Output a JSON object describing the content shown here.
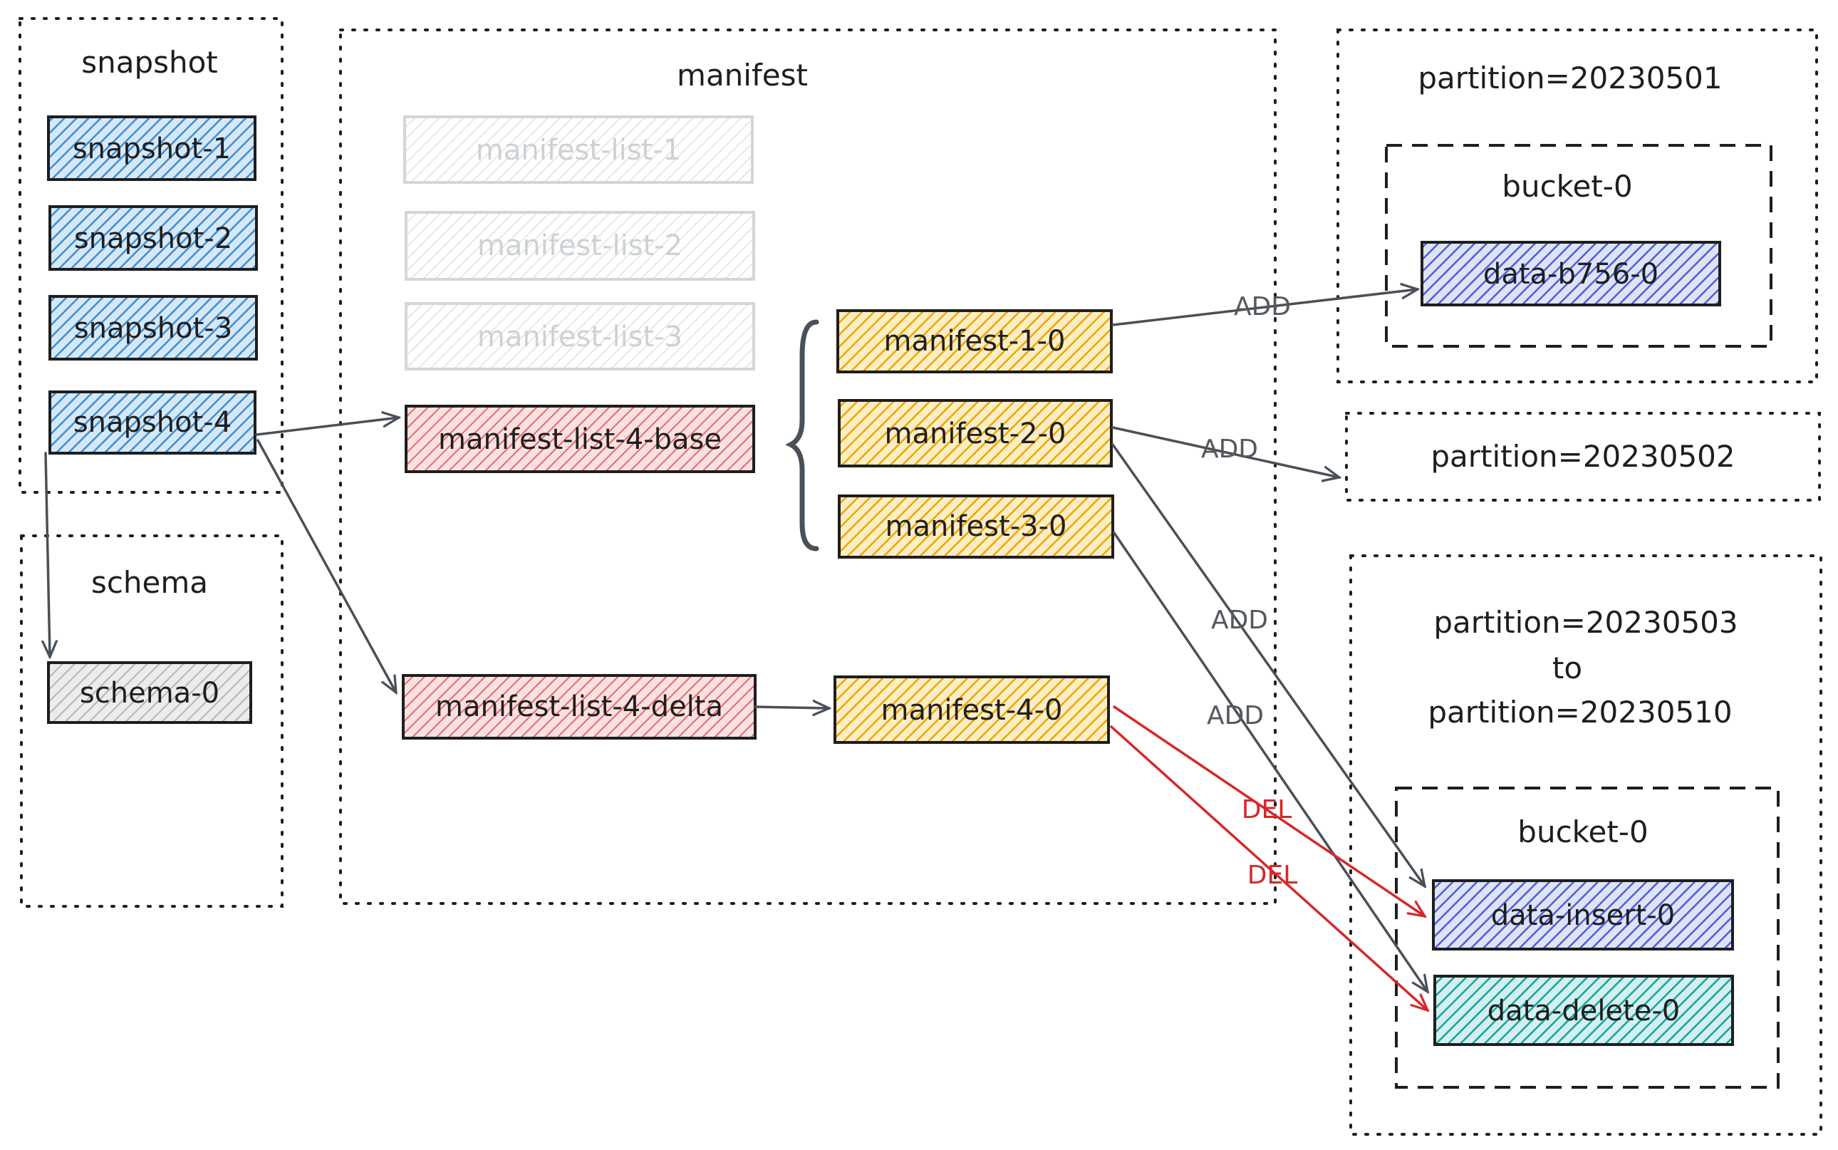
{
  "colors": {
    "blue": "#3b8fd6",
    "gray": "#bcbcbc",
    "faded": "#cfd3d6",
    "red": "#e03131",
    "orange": "#f0a500",
    "indigo": "#4c5fd5",
    "teal": "#16a2a2",
    "arrow_gray": "#495057",
    "arrow_red": "#d6282a"
  },
  "groups": {
    "snapshot": "snapshot",
    "schema": "schema",
    "manifest": "manifest",
    "partition_1": "partition=20230501",
    "partition_2": "partition=20230502",
    "partition_3_line1": "partition=20230503",
    "partition_3_line2": "to",
    "partition_3_line3": "partition=20230510",
    "bucket_a": "bucket-0",
    "bucket_b": "bucket-0"
  },
  "nodes": {
    "snapshot_1": "snapshot-1",
    "snapshot_2": "snapshot-2",
    "snapshot_3": "snapshot-3",
    "snapshot_4": "snapshot-4",
    "schema_0": "schema-0",
    "manifest_list_1": "manifest-list-1",
    "manifest_list_2": "manifest-list-2",
    "manifest_list_3": "manifest-list-3",
    "manifest_list_4_base": "manifest-list-4-base",
    "manifest_list_4_delta": "manifest-list-4-delta",
    "manifest_1_0": "manifest-1-0",
    "manifest_2_0": "manifest-2-0",
    "manifest_3_0": "manifest-3-0",
    "manifest_4_0": "manifest-4-0",
    "data_b756_0": "data-b756-0",
    "data_insert_0": "data-insert-0",
    "data_delete_0": "data-delete-0"
  },
  "edge_labels": {
    "add_1": "ADD",
    "add_2": "ADD",
    "add_3": "ADD",
    "add_4": "ADD",
    "del_1": "DEL",
    "del_2": "DEL"
  }
}
